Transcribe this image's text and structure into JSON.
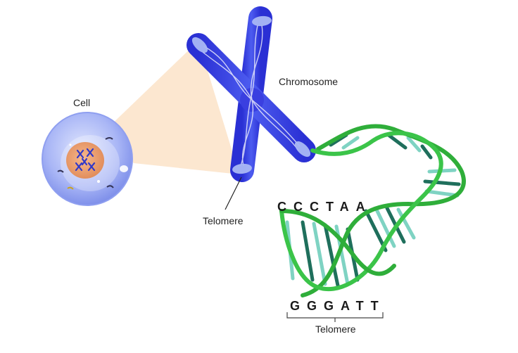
{
  "labels": {
    "cell": "Cell",
    "chromosome": "Chromosome",
    "telomere_left": "Telomere",
    "telomere_bottom": "Telomere"
  },
  "sequences": {
    "top": "CCCTAA",
    "bottom": "GGGATT"
  },
  "colors": {
    "chromosome": "#3a3fe0",
    "chromosome_light": "#6f86f2",
    "telomere_cap": "#a9b8f5",
    "dna_backbone": "#2fae3a",
    "dna_rung_dark": "#1f6f5c",
    "dna_rung_light": "#7fd3c3",
    "cell_membrane": "#8f9ff0",
    "nucleus": "#e99a6a",
    "zoom_cone": "#fbe3c8"
  },
  "icons": {
    "cell": "cell-illustration",
    "chromosome": "x-chromosome-illustration",
    "dna": "double-helix-illustration"
  }
}
